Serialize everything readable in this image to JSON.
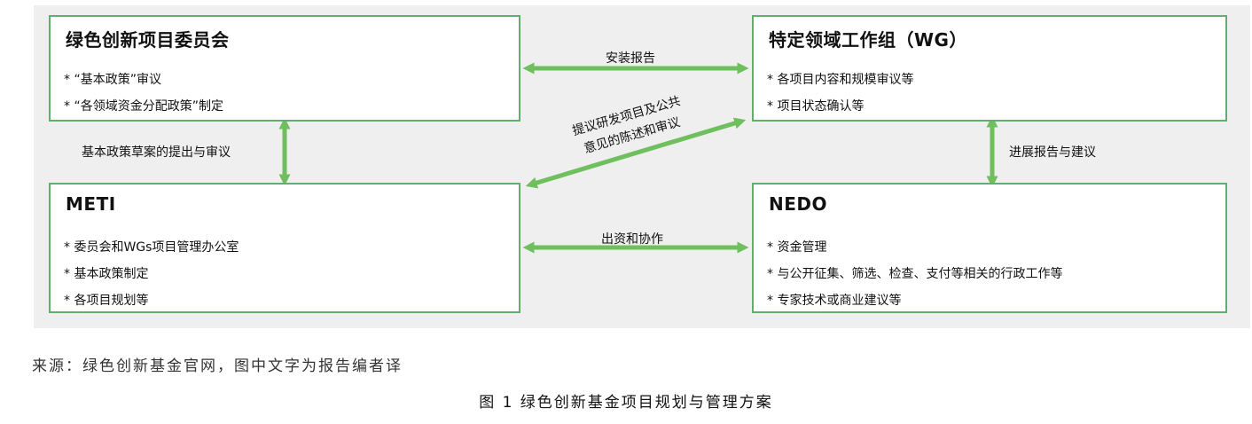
{
  "colors": {
    "box_border": "#5fb06a",
    "arrow": "#6fbf5e",
    "panel_background": "#efefef"
  },
  "nodes": {
    "committee": {
      "title": "绿色创新项目委员会",
      "items": [
        "* “基本政策”审议",
        "* “各领域资金分配政策”制定"
      ]
    },
    "wg": {
      "title": "特定领域工作组（WG）",
      "items": [
        "* 各项目内容和规模审议等",
        "* 项目状态确认等"
      ]
    },
    "meti": {
      "title": "METI",
      "items": [
        "* 委员会和WGs项目管理办公室",
        "* 基本政策制定",
        "* 各项目规划等"
      ]
    },
    "nedo": {
      "title": "NEDO",
      "items": [
        "* 资金管理",
        "* 与公开征集、筛选、检查、支付等相关的行政工作等",
        "* 专家技术或商业建议等"
      ]
    }
  },
  "edges": {
    "committee_wg": "安装报告",
    "committee_meti": "基本政策草案的提出与审议",
    "meti_wg": [
      "提议研发项目及公共",
      "意见的陈述和审议"
    ],
    "wg_nedo": "进展报告与建议",
    "meti_nedo": "出资和协作"
  },
  "source_note": "来源：绿色创新基金官网，图中文字为报告编者译",
  "caption": "图 1 绿色创新基金项目规划与管理方案"
}
